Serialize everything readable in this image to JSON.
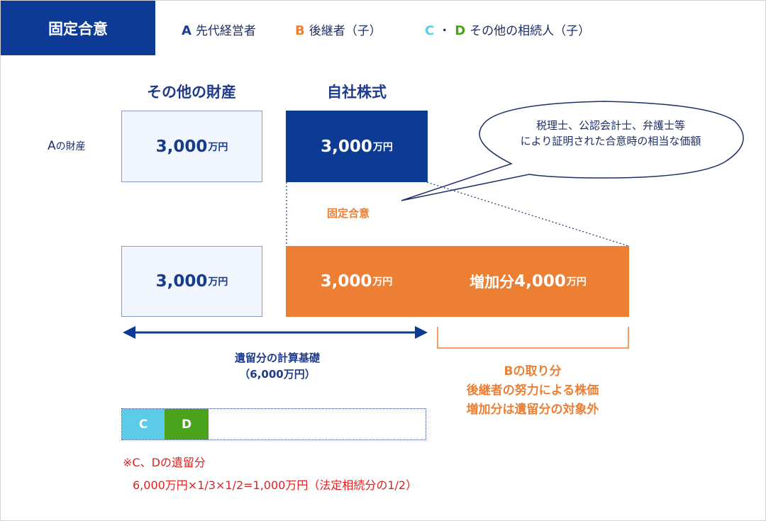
{
  "header": {
    "title": "固定合意"
  },
  "legend": [
    {
      "letter": "A",
      "label": "先代経営者",
      "color": "#1f3b8a"
    },
    {
      "letter": "B",
      "label": "後継者（子）",
      "color": "#ec7f34"
    },
    {
      "letter_c": "C",
      "dot": "・",
      "letter_d": "D",
      "label": "その他の相続人（子）",
      "color_c": "#5ccbe8",
      "color_d": "#4aa31b"
    }
  ],
  "columns": {
    "other_assets": "その他の財産",
    "company_stock": "自社株式"
  },
  "row_a": {
    "label_main": "A",
    "label_suffix": "の財産"
  },
  "boxes": {
    "a_other": {
      "num": "3,000",
      "unit": "万円"
    },
    "a_stock": {
      "num": "3,000",
      "unit": "万円"
    },
    "b_other": {
      "num": "3,000",
      "unit": "万円"
    },
    "b_stock": {
      "num": "3,000",
      "unit": "万円"
    },
    "b_increase": {
      "prefix": "増加分 ",
      "num": "4,000",
      "unit": "万円"
    }
  },
  "bubble": {
    "line1": "税理士、公認会計士、弁護士等",
    "line2": "により証明された合意時の相当な価額"
  },
  "fixed_label": "固定合意",
  "reserve": {
    "line1": "遺留分の計算基礎",
    "line2": "（6,000万円）"
  },
  "b_share": {
    "line1": "Bの取り分",
    "line2": "後継者の努力による株価",
    "line3": "増加分は遺留分の対象外"
  },
  "cd_bar": {
    "c": "C",
    "d": "D",
    "color_c": "#5ccbe8",
    "color_d": "#4aa31b"
  },
  "note": {
    "line1": "※C、Dの遺留分",
    "line2": "6,000万円×1/3×1/2=1,000万円（法定相続分の1/2）"
  },
  "colors": {
    "navy": "#0c3a94",
    "orange": "#ec7f34",
    "red": "#e02020"
  }
}
